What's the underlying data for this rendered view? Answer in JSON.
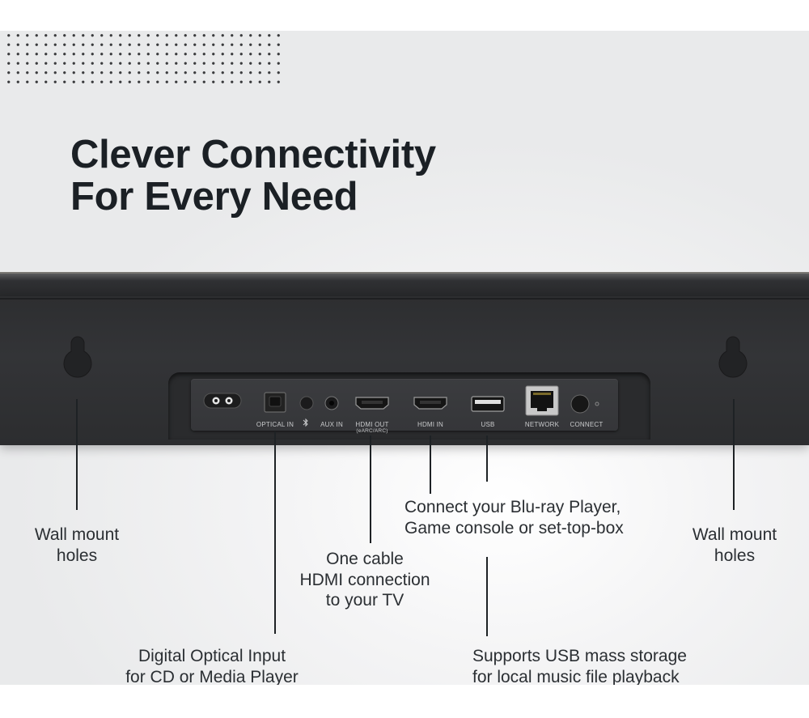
{
  "headline": {
    "line1": "Clever Connectivity",
    "line2": "For Every Need"
  },
  "ports": {
    "power": "",
    "optical_in": "OPTICAL IN",
    "bluetooth": "bluetooth-icon",
    "aux_in": "AUX IN",
    "hdmi_out": "HDMI OUT",
    "hdmi_out_sub": "(eARC/ARC)",
    "hdmi_in": "HDMI IN",
    "usb": "USB",
    "network": "NETWORK",
    "connect": "CONNECT"
  },
  "callouts": {
    "wall_mount_left": {
      "line1": "Wall mount",
      "line2": "holes"
    },
    "wall_mount_right": {
      "line1": "Wall mount",
      "line2": "holes"
    },
    "hdmi_out": {
      "line1": "One cable",
      "line2": "HDMI connection",
      "line3": "to your TV"
    },
    "hdmi_in": {
      "line1": "Connect your Blu-ray Player,",
      "line2": "Game console or set-top-box"
    },
    "optical": {
      "line1": "Digital Optical Input",
      "line2": "for CD or Media Player"
    },
    "usb": {
      "line1": "Supports USB mass storage",
      "line2": "for local music file playback"
    }
  },
  "colors": {
    "bar": "#2e2f31",
    "text": "#1b2025",
    "background": "#eceded"
  }
}
